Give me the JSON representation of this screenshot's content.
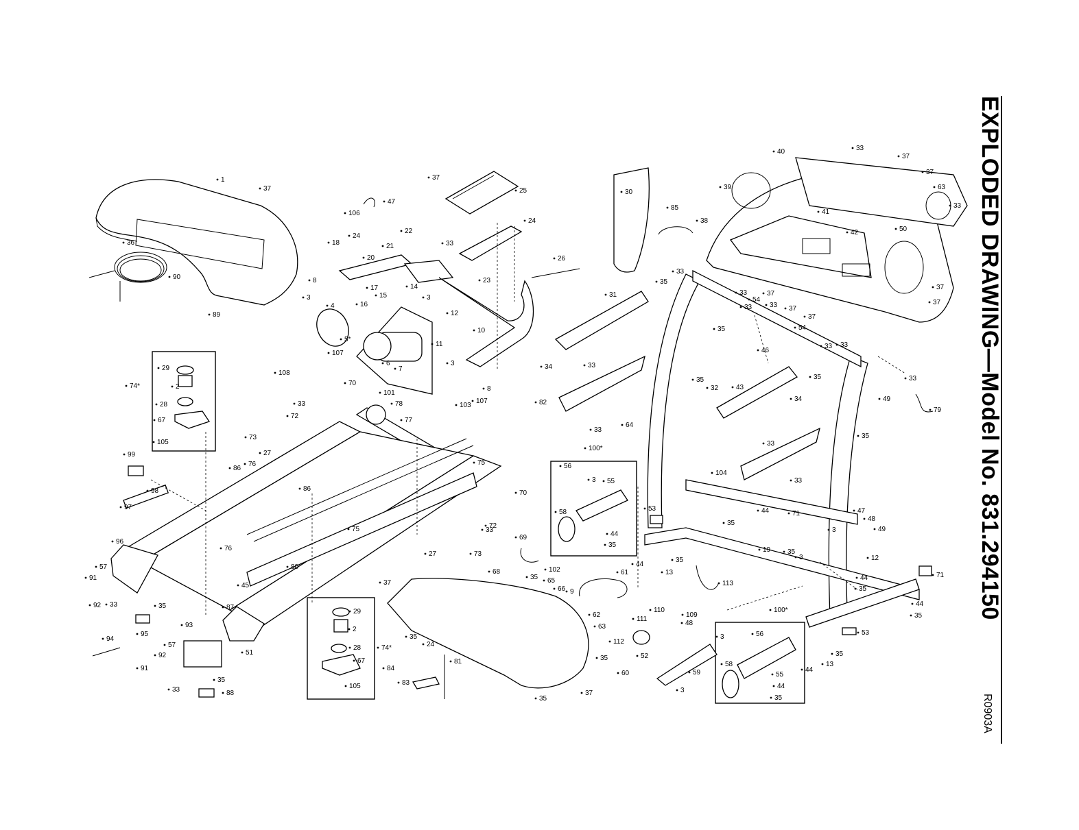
{
  "title": "EXPLODED DRAWING—Model No. 831.294150",
  "drawing_code": "R0903A",
  "icons": [
    "hood-icon",
    "motor-icon",
    "belt-icon",
    "drive-pulley-icon",
    "roller-icon",
    "deck-icon",
    "base-icon",
    "upright-icon",
    "console-icon",
    "handrail-icon",
    "wheel-icon",
    "wire-icon",
    "screw-icon"
  ],
  "callouts": [
    {
      "id": "c-1",
      "label": "1"
    },
    {
      "id": "c-37a",
      "label": "37"
    },
    {
      "id": "c-36",
      "label": "36"
    },
    {
      "id": "c-90",
      "label": "90"
    },
    {
      "id": "c-89",
      "label": "89"
    },
    {
      "id": "c-47a",
      "label": "47"
    },
    {
      "id": "c-106",
      "label": "106"
    },
    {
      "id": "c-37b",
      "label": "37"
    },
    {
      "id": "c-25",
      "label": "25"
    },
    {
      "id": "c-24a",
      "label": "24"
    },
    {
      "id": "c-22",
      "label": "22"
    },
    {
      "id": "c-24b",
      "label": "24"
    },
    {
      "id": "c-33a",
      "label": "33"
    },
    {
      "id": "c-23",
      "label": "23"
    },
    {
      "id": "c-18",
      "label": "18"
    },
    {
      "id": "c-20",
      "label": "20"
    },
    {
      "id": "c-21",
      "label": "21"
    },
    {
      "id": "c-8a",
      "label": "8"
    },
    {
      "id": "c-3a",
      "label": "3"
    },
    {
      "id": "c-17",
      "label": "17"
    },
    {
      "id": "c-15",
      "label": "15"
    },
    {
      "id": "c-14",
      "label": "14"
    },
    {
      "id": "c-3b",
      "label": "3"
    },
    {
      "id": "c-16",
      "label": "16"
    },
    {
      "id": "c-12a",
      "label": "12"
    },
    {
      "id": "c-4",
      "label": "4"
    },
    {
      "id": "c-5",
      "label": "5*"
    },
    {
      "id": "c-6",
      "label": "6"
    },
    {
      "id": "c-7",
      "label": "7"
    },
    {
      "id": "c-11",
      "label": "11"
    },
    {
      "id": "c-10",
      "label": "10"
    },
    {
      "id": "c-3c",
      "label": "3"
    },
    {
      "id": "c-8b",
      "label": "8"
    },
    {
      "id": "c-107a",
      "label": "107"
    },
    {
      "id": "c-108",
      "label": "108"
    },
    {
      "id": "c-70a",
      "label": "70"
    },
    {
      "id": "c-101",
      "label": "101"
    },
    {
      "id": "c-78",
      "label": "78"
    },
    {
      "id": "c-33b",
      "label": "33"
    },
    {
      "id": "c-72a",
      "label": "72"
    },
    {
      "id": "c-77",
      "label": "77"
    },
    {
      "id": "c-103",
      "label": "103"
    },
    {
      "id": "c-107b",
      "label": "107"
    },
    {
      "id": "c-73a",
      "label": "73"
    },
    {
      "id": "c-27a",
      "label": "27"
    },
    {
      "id": "c-86a",
      "label": "86"
    },
    {
      "id": "c-76a",
      "label": "76"
    },
    {
      "id": "c-86b",
      "label": "86"
    },
    {
      "id": "c-75a",
      "label": "75"
    },
    {
      "id": "c-75b",
      "label": "75"
    },
    {
      "id": "c-70b",
      "label": "70"
    },
    {
      "id": "c-33c",
      "label": "33"
    },
    {
      "id": "c-72b",
      "label": "72"
    },
    {
      "id": "c-27b",
      "label": "27"
    },
    {
      "id": "c-73b",
      "label": "73"
    },
    {
      "id": "c-76b",
      "label": "76"
    },
    {
      "id": "c-80",
      "label": "80"
    },
    {
      "id": "c-45",
      "label": "45"
    },
    {
      "id": "c-29a",
      "label": "29"
    },
    {
      "id": "c-2a",
      "label": "2"
    },
    {
      "id": "c-28a",
      "label": "28"
    },
    {
      "id": "c-67a",
      "label": "67"
    },
    {
      "id": "c-105a",
      "label": "105"
    },
    {
      "id": "c-74a",
      "label": "74*"
    },
    {
      "id": "c-99",
      "label": "99"
    },
    {
      "id": "c-98",
      "label": "98"
    },
    {
      "id": "c-97",
      "label": "97"
    },
    {
      "id": "c-96",
      "label": "96"
    },
    {
      "id": "c-57a",
      "label": "57"
    },
    {
      "id": "c-91a",
      "label": "91"
    },
    {
      "id": "c-92a",
      "label": "92"
    },
    {
      "id": "c-33d",
      "label": "33"
    },
    {
      "id": "c-35a",
      "label": "35"
    },
    {
      "id": "c-95",
      "label": "95"
    },
    {
      "id": "c-87",
      "label": "87"
    },
    {
      "id": "c-51",
      "label": "51"
    },
    {
      "id": "c-93",
      "label": "93"
    },
    {
      "id": "c-94",
      "label": "94"
    },
    {
      "id": "c-57b",
      "label": "57"
    },
    {
      "id": "c-92b",
      "label": "92"
    },
    {
      "id": "c-91b",
      "label": "91"
    },
    {
      "id": "c-33e",
      "label": "33"
    },
    {
      "id": "c-35b",
      "label": "35"
    },
    {
      "id": "c-88",
      "label": "88"
    },
    {
      "id": "c-29b",
      "label": "29"
    },
    {
      "id": "c-2b",
      "label": "2"
    },
    {
      "id": "c-28b",
      "label": "28"
    },
    {
      "id": "c-67b",
      "label": "67"
    },
    {
      "id": "c-105b",
      "label": "105"
    },
    {
      "id": "c-74b",
      "label": "74*"
    },
    {
      "id": "c-37c",
      "label": "37"
    },
    {
      "id": "c-35c",
      "label": "35"
    },
    {
      "id": "c-68",
      "label": "68"
    },
    {
      "id": "c-24c",
      "label": "24"
    },
    {
      "id": "c-84",
      "label": "84"
    },
    {
      "id": "c-83",
      "label": "83"
    },
    {
      "id": "c-81",
      "label": "81"
    },
    {
      "id": "c-35d",
      "label": "35"
    },
    {
      "id": "c-37d",
      "label": "37"
    },
    {
      "id": "c-69",
      "label": "69"
    },
    {
      "id": "c-35e",
      "label": "35"
    },
    {
      "id": "c-102",
      "label": "102"
    },
    {
      "id": "c-65",
      "label": "65"
    },
    {
      "id": "c-66",
      "label": "66"
    },
    {
      "id": "c-9",
      "label": "9"
    },
    {
      "id": "c-61",
      "label": "61"
    },
    {
      "id": "c-62",
      "label": "62"
    },
    {
      "id": "c-63",
      "label": "63"
    },
    {
      "id": "c-35f",
      "label": "35"
    },
    {
      "id": "c-100a",
      "label": "100*"
    },
    {
      "id": "c-56a",
      "label": "56"
    },
    {
      "id": "c-3d",
      "label": "3"
    },
    {
      "id": "c-55a",
      "label": "55"
    },
    {
      "id": "c-58a",
      "label": "58"
    },
    {
      "id": "c-44a",
      "label": "44"
    },
    {
      "id": "c-35g",
      "label": "35"
    },
    {
      "id": "c-31",
      "label": "31"
    },
    {
      "id": "c-34a",
      "label": "34"
    },
    {
      "id": "c-33f",
      "label": "33"
    },
    {
      "id": "c-82",
      "label": "82"
    },
    {
      "id": "c-33g",
      "label": "33"
    },
    {
      "id": "c-30",
      "label": "30"
    },
    {
      "id": "c-26",
      "label": "26"
    },
    {
      "id": "c-85",
      "label": "85"
    },
    {
      "id": "c-40",
      "label": "40"
    },
    {
      "id": "c-33h",
      "label": "33"
    },
    {
      "id": "c-37e",
      "label": "37"
    },
    {
      "id": "c-39",
      "label": "39"
    },
    {
      "id": "c-37f",
      "label": "37"
    },
    {
      "id": "c-63b",
      "label": "63"
    },
    {
      "id": "c-33i",
      "label": "33"
    },
    {
      "id": "c-38",
      "label": "38"
    },
    {
      "id": "c-41",
      "label": "41"
    },
    {
      "id": "c-42",
      "label": "42"
    },
    {
      "id": "c-50",
      "label": "50"
    },
    {
      "id": "c-35h",
      "label": "35"
    },
    {
      "id": "c-33j",
      "label": "33"
    },
    {
      "id": "c-37g",
      "label": "37"
    },
    {
      "id": "c-33k",
      "label": "33"
    },
    {
      "id": "c-54a",
      "label": "54"
    },
    {
      "id": "c-33l",
      "label": "33"
    },
    {
      "id": "c-37h",
      "label": "37"
    },
    {
      "id": "c-33m",
      "label": "33"
    },
    {
      "id": "c-37i",
      "label": "37"
    },
    {
      "id": "c-37j",
      "label": "37"
    },
    {
      "id": "c-37k",
      "label": "37"
    },
    {
      "id": "c-35i",
      "label": "35"
    },
    {
      "id": "c-54b",
      "label": "54"
    },
    {
      "id": "c-33n",
      "label": "33"
    },
    {
      "id": "c-33o",
      "label": "33"
    },
    {
      "id": "c-46",
      "label": "46"
    },
    {
      "id": "c-35j",
      "label": "35"
    },
    {
      "id": "c-32",
      "label": "32"
    },
    {
      "id": "c-43",
      "label": "43"
    },
    {
      "id": "c-35k",
      "label": "35"
    },
    {
      "id": "c-33p",
      "label": "33"
    },
    {
      "id": "c-49a",
      "label": "49"
    },
    {
      "id": "c-79",
      "label": "79"
    },
    {
      "id": "c-35l",
      "label": "35"
    },
    {
      "id": "c-34b",
      "label": "34"
    },
    {
      "id": "c-64",
      "label": "64"
    },
    {
      "id": "c-33q",
      "label": "33"
    },
    {
      "id": "c-104",
      "label": "104"
    },
    {
      "id": "c-33r",
      "label": "33"
    },
    {
      "id": "c-53a",
      "label": "53"
    },
    {
      "id": "c-44b",
      "label": "44"
    },
    {
      "id": "c-35m",
      "label": "35"
    },
    {
      "id": "c-71a",
      "label": "71"
    },
    {
      "id": "c-47b",
      "label": "47"
    },
    {
      "id": "c-48a",
      "label": "48"
    },
    {
      "id": "c-3e",
      "label": "3"
    },
    {
      "id": "c-49b",
      "label": "49"
    },
    {
      "id": "c-44c",
      "label": "44"
    },
    {
      "id": "c-35n",
      "label": "35"
    },
    {
      "id": "c-13a",
      "label": "13"
    },
    {
      "id": "c-19",
      "label": "19"
    },
    {
      "id": "c-35o",
      "label": "35"
    },
    {
      "id": "c-3f",
      "label": "3"
    },
    {
      "id": "c-12b",
      "label": "12"
    },
    {
      "id": "c-44d",
      "label": "44"
    },
    {
      "id": "c-35p",
      "label": "35"
    },
    {
      "id": "c-71b",
      "label": "71"
    },
    {
      "id": "c-113",
      "label": "113"
    },
    {
      "id": "c-44e",
      "label": "44"
    },
    {
      "id": "c-35q",
      "label": "35"
    },
    {
      "id": "c-110",
      "label": "110"
    },
    {
      "id": "c-109",
      "label": "109"
    },
    {
      "id": "c-111",
      "label": "111"
    },
    {
      "id": "c-48b",
      "label": "48"
    },
    {
      "id": "c-112",
      "label": "112"
    },
    {
      "id": "c-52",
      "label": "52"
    },
    {
      "id": "c-59",
      "label": "59"
    },
    {
      "id": "c-60",
      "label": "60"
    },
    {
      "id": "c-3g",
      "label": "3"
    },
    {
      "id": "c-100b",
      "label": "100*"
    },
    {
      "id": "c-3h",
      "label": "3"
    },
    {
      "id": "c-56b",
      "label": "56"
    },
    {
      "id": "c-53b",
      "label": "53"
    },
    {
      "id": "c-58b",
      "label": "58"
    },
    {
      "id": "c-55b",
      "label": "55"
    },
    {
      "id": "c-44f",
      "label": "44"
    },
    {
      "id": "c-35r",
      "label": "35"
    },
    {
      "id": "c-35s",
      "label": "35"
    },
    {
      "id": "c-44g",
      "label": "44"
    },
    {
      "id": "c-13b",
      "label": "13"
    }
  ]
}
